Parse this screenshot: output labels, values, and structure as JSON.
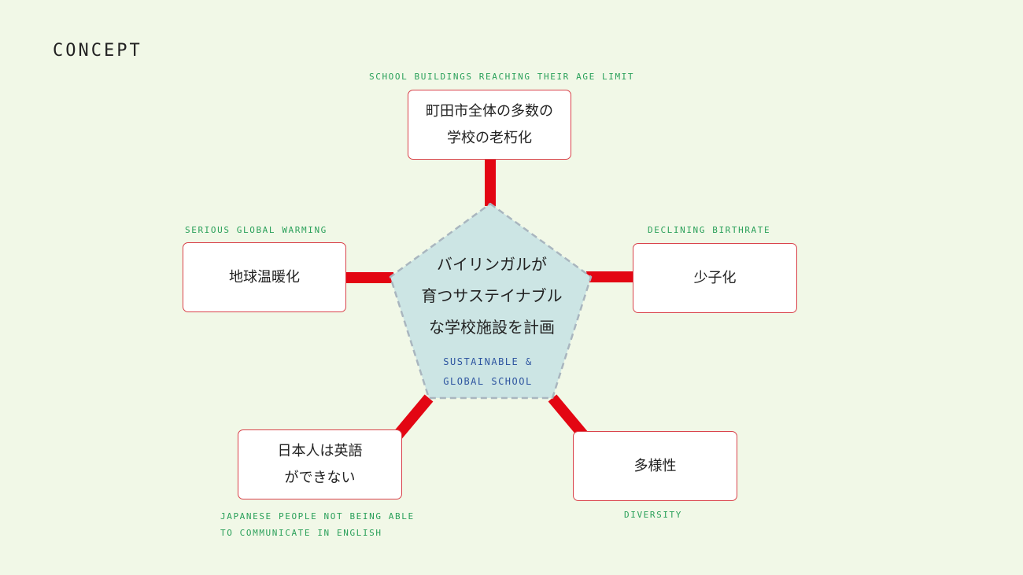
{
  "title": "CONCEPT",
  "colors": {
    "background": "#f1f8e7",
    "connector": "#e30613",
    "box_border": "#d9424a",
    "caption": "#2aa05a",
    "center_fill": "#cce5e4",
    "center_border": "#a9b6bf",
    "center_subtitle": "#2e55a0"
  },
  "center": {
    "lines": [
      "バイリンガルが",
      "育つサステイナブル",
      "な学校施設を計画"
    ],
    "subtitle_lines": [
      "SUSTAINABLE &",
      "GLOBAL SCHOOL"
    ]
  },
  "issues": [
    {
      "id": "aging-schools",
      "lines": [
        "町田市全体の多数の",
        "学校の老朽化"
      ],
      "caption_lines": [
        "SCHOOL BUILDINGS REACHING THEIR AGE LIMIT"
      ]
    },
    {
      "id": "global-warming",
      "lines": [
        "地球温暖化"
      ],
      "caption_lines": [
        "SERIOUS GLOBAL WARMING"
      ]
    },
    {
      "id": "declining-birthrate",
      "lines": [
        "少子化"
      ],
      "caption_lines": [
        "DECLINING BIRTHRATE"
      ]
    },
    {
      "id": "english-ability",
      "lines": [
        "日本人は英語",
        "ができない"
      ],
      "caption_lines": [
        "JAPANESE PEOPLE NOT BEING ABLE",
        "TO COMMUNICATE IN ENGLISH"
      ]
    },
    {
      "id": "diversity",
      "lines": [
        "多様性"
      ],
      "caption_lines": [
        "DIVERSITY"
      ]
    }
  ]
}
